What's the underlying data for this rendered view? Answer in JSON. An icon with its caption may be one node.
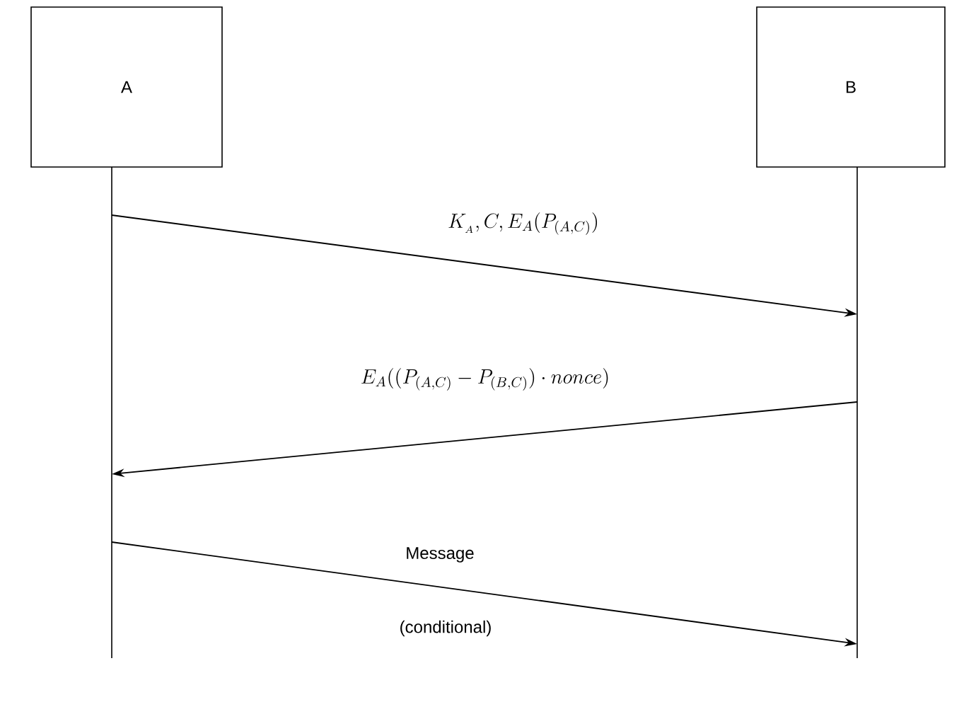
{
  "diagram": {
    "nodes": [
      {
        "text": [
          "A"
        ]
      },
      {
        "text": [
          "B"
        ]
      },
      {
        "text": [],
        "shape": "bar"
      },
      {
        "text": [],
        "shape": "bar"
      }
    ],
    "edges": [
      {
        "from": 2,
        "to": 3,
        "arrow": "to",
        "label": "K_{_{A}},C,E_{A}(P_{(A,C)})"
      },
      {
        "from": 3,
        "to": 2,
        "arrow": "to",
        "label": "E_{A}((P_{(A,C)}-P_{(B,C)})\\cdot nonce)"
      },
      {
        "from": 2,
        "to": 3,
        "arrow": "to",
        "label": "Message"
      }
    ],
    "labels": [
      "(conditional)"
    ]
  }
}
